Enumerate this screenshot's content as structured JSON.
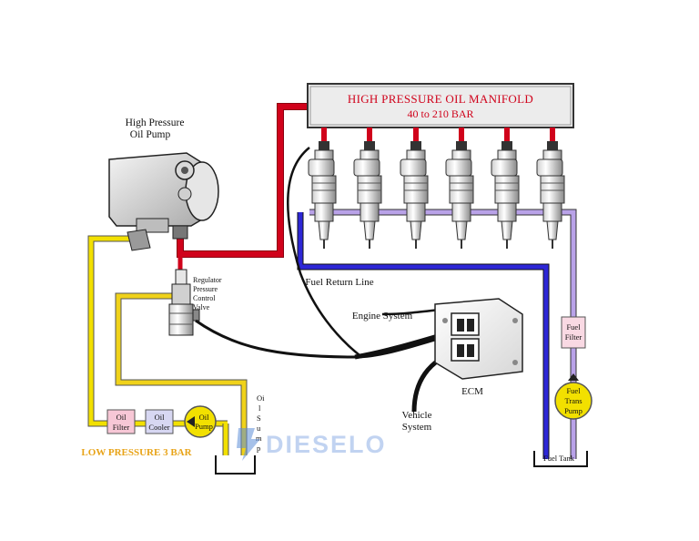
{
  "manifold": {
    "title": "HIGH PRESSURE OIL MANIFOLD",
    "pressure": "40 to 210 BAR",
    "color": "#d0021b"
  },
  "pump": {
    "label_line1": "High Pressure",
    "label_line2": "Oil Pump"
  },
  "regulator": {
    "line1": "Regulator",
    "line2": "Pressure",
    "line3": "Control",
    "line4": "Valve"
  },
  "fuel_return": {
    "label": "Fuel Return Line"
  },
  "engine": {
    "label": "Engine System"
  },
  "ecm": {
    "label": "ECM"
  },
  "vehicle": {
    "line1": "Vehicle",
    "line2": "System"
  },
  "oil_filter": {
    "line1": "Oil",
    "line2": "Filter"
  },
  "oil_cooler": {
    "line1": "Oil",
    "line2": "Cooler"
  },
  "oil_pump": {
    "line1": "Oil",
    "line2": "Pump"
  },
  "oil_sump": {
    "letters": [
      "Oi",
      "l",
      "S",
      "u",
      "m",
      "p"
    ]
  },
  "low_pressure": {
    "label": "LOW PRESSURE 3 BAR",
    "color": "#e8a317"
  },
  "fuel_filter": {
    "line1": "Fuel",
    "line2": "Filter"
  },
  "fuel_trans_pump": {
    "line1": "Fuel",
    "line2": "Trans",
    "line3": "Pump"
  },
  "fuel_tank": {
    "label": "Fuel Tank"
  },
  "watermark": {
    "text": "DIESELO"
  },
  "colors": {
    "high_pressure": "#d0021b",
    "low_pressure_oil": "#f2e000",
    "fuel_supply": "#b9a2e8",
    "fuel_return": "#2d27d6",
    "wire": "#111111"
  },
  "injector_count": 6
}
